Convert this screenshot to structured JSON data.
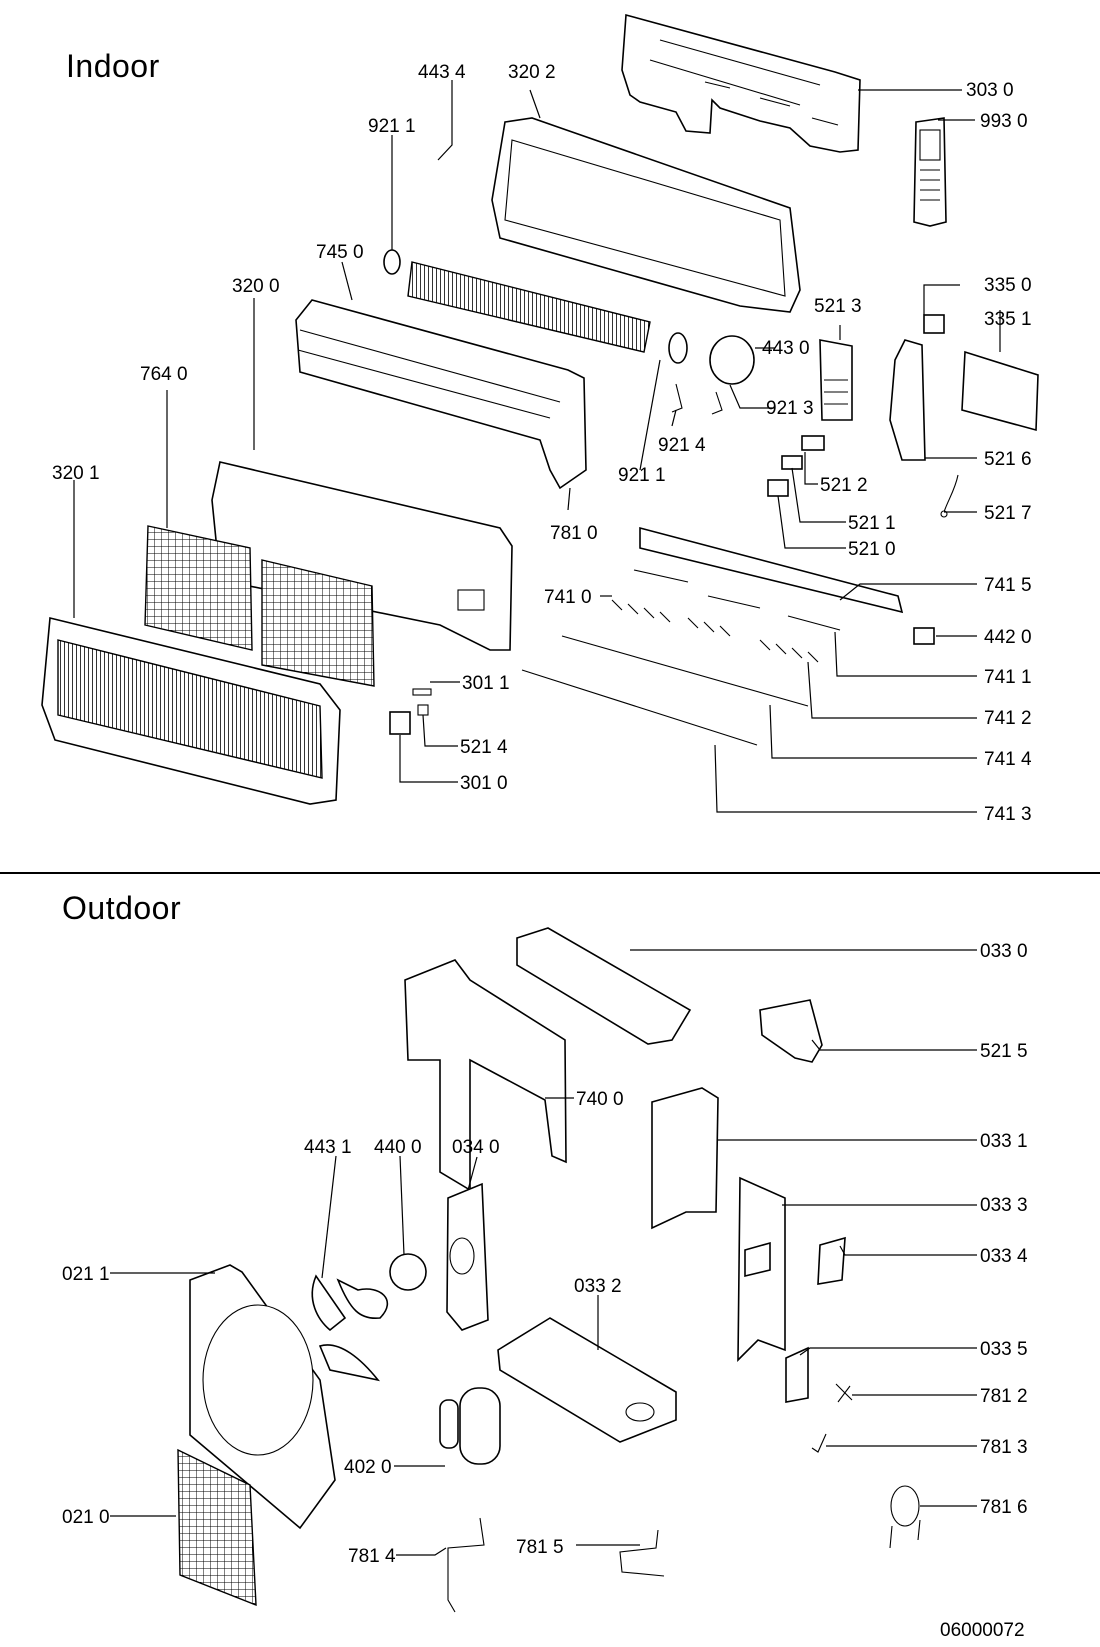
{
  "sections": {
    "indoor": {
      "title": "Indoor"
    },
    "outdoor": {
      "title": "Outdoor"
    }
  },
  "drawing_number": "06000072",
  "labels": [
    {
      "id": "303-0",
      "text": "303 0"
    },
    {
      "id": "993-0",
      "text": "993 0"
    },
    {
      "id": "443-4",
      "text": "443 4"
    },
    {
      "id": "320-2",
      "text": "320 2"
    },
    {
      "id": "921-1-top",
      "text": "921 1"
    },
    {
      "id": "745-0",
      "text": "745 0"
    },
    {
      "id": "320-0",
      "text": "320 0"
    },
    {
      "id": "764-0",
      "text": "764 0"
    },
    {
      "id": "320-1",
      "text": "320 1"
    },
    {
      "id": "335-0",
      "text": "335 0"
    },
    {
      "id": "521-3",
      "text": "521 3"
    },
    {
      "id": "335-1",
      "text": "335 1"
    },
    {
      "id": "443-0",
      "text": "443 0"
    },
    {
      "id": "921-3",
      "text": "921 3"
    },
    {
      "id": "921-4",
      "text": "921 4"
    },
    {
      "id": "921-1-mid",
      "text": "921 1"
    },
    {
      "id": "781-0",
      "text": "781 0"
    },
    {
      "id": "521-6",
      "text": "521 6"
    },
    {
      "id": "521-2",
      "text": "521 2"
    },
    {
      "id": "521-7",
      "text": "521 7"
    },
    {
      "id": "521-1",
      "text": "521 1"
    },
    {
      "id": "521-0",
      "text": "521 0"
    },
    {
      "id": "741-5",
      "text": "741 5"
    },
    {
      "id": "741-0",
      "text": "741 0"
    },
    {
      "id": "442-0",
      "text": "442 0"
    },
    {
      "id": "741-1",
      "text": "741 1"
    },
    {
      "id": "301-1",
      "text": "301 1"
    },
    {
      "id": "741-2",
      "text": "741 2"
    },
    {
      "id": "521-4",
      "text": "521 4"
    },
    {
      "id": "741-4",
      "text": "741 4"
    },
    {
      "id": "301-0",
      "text": "301 0"
    },
    {
      "id": "741-3",
      "text": "741 3"
    },
    {
      "id": "033-0",
      "text": "033 0"
    },
    {
      "id": "521-5",
      "text": "521 5"
    },
    {
      "id": "740-0",
      "text": "740 0"
    },
    {
      "id": "443-1",
      "text": "443 1"
    },
    {
      "id": "440-0",
      "text": "440 0"
    },
    {
      "id": "034-0",
      "text": "034 0"
    },
    {
      "id": "033-1",
      "text": "033 1"
    },
    {
      "id": "033-3",
      "text": "033 3"
    },
    {
      "id": "033-4",
      "text": "033 4"
    },
    {
      "id": "021-1",
      "text": "021 1"
    },
    {
      "id": "033-2",
      "text": "033 2"
    },
    {
      "id": "033-5",
      "text": "033 5"
    },
    {
      "id": "781-2",
      "text": "781 2"
    },
    {
      "id": "781-3",
      "text": "781 3"
    },
    {
      "id": "402-0",
      "text": "402 0"
    },
    {
      "id": "781-6",
      "text": "781 6"
    },
    {
      "id": "021-0",
      "text": "021 0"
    },
    {
      "id": "781-4",
      "text": "781 4"
    },
    {
      "id": "781-5",
      "text": "781 5"
    }
  ]
}
